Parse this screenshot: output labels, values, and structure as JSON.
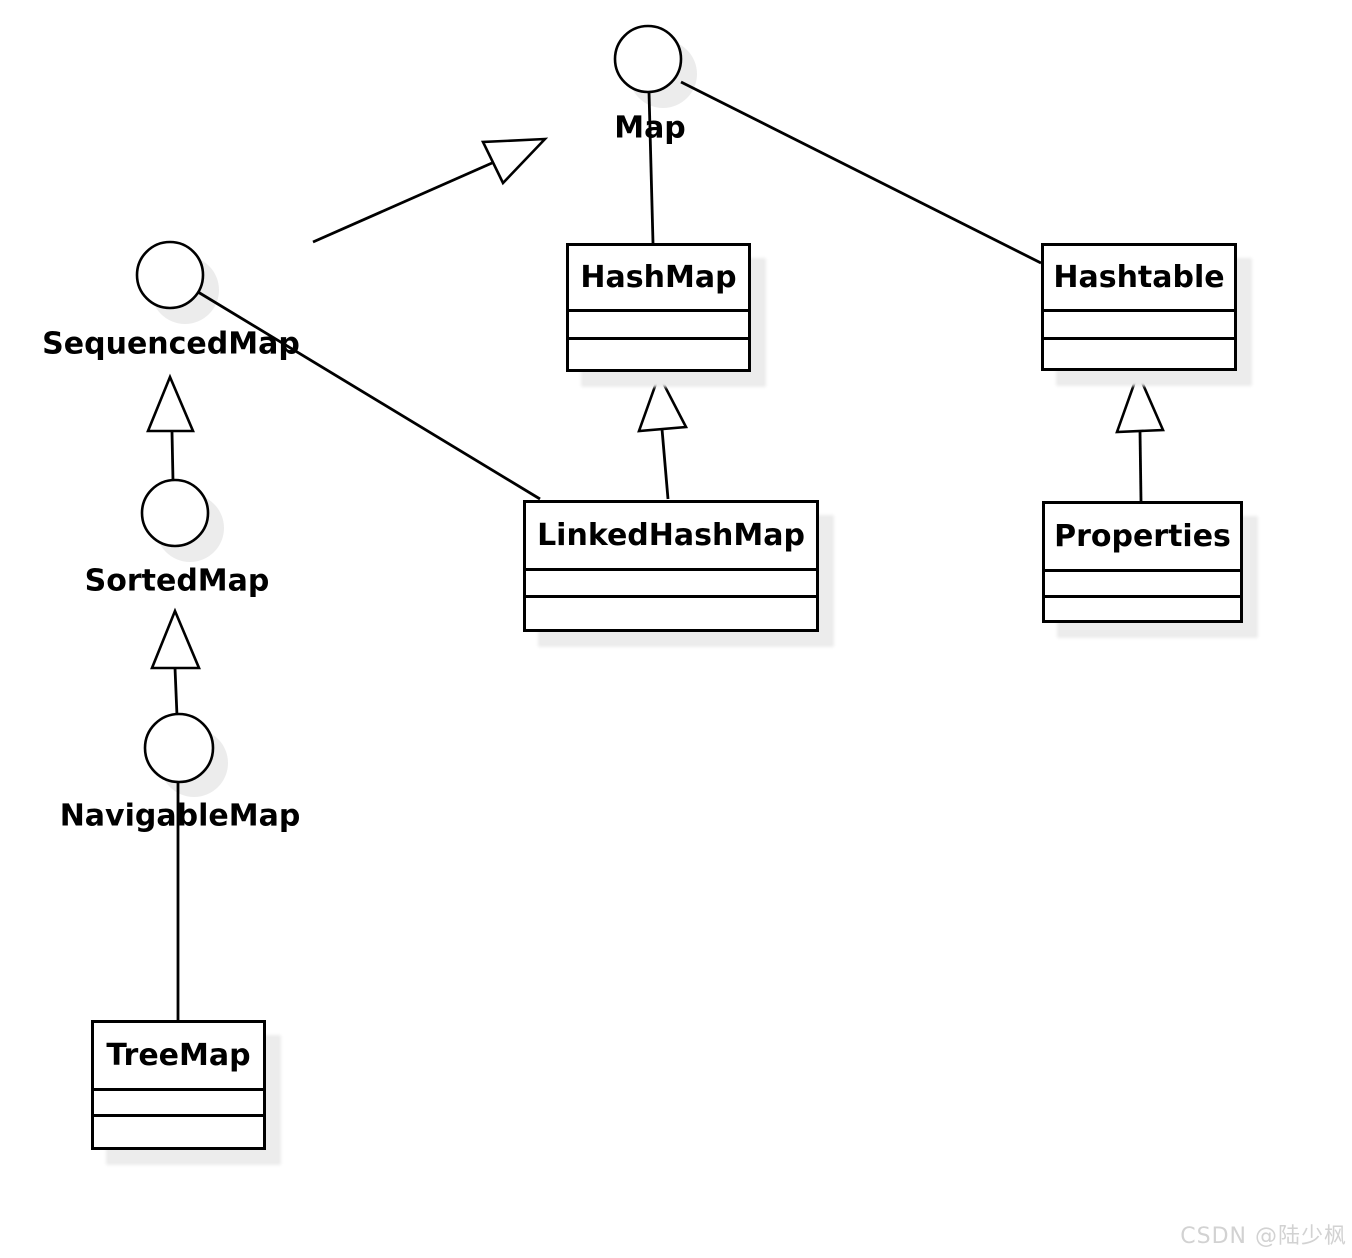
{
  "watermark": "CSDN @陆少枫",
  "colors": {
    "stroke": "#000000",
    "node_fill": "#ffffff",
    "shadow": "#ececec",
    "watermark_text": "#d2d2d2"
  },
  "nodes": {
    "interfaces": [
      {
        "id": "map",
        "label": "Map"
      },
      {
        "id": "sequencedmap",
        "label": "SequencedMap"
      },
      {
        "id": "sortedmap",
        "label": "SortedMap"
      },
      {
        "id": "navigablemap",
        "label": "NavigableMap"
      }
    ],
    "classes": [
      {
        "id": "hashmap",
        "label": "HashMap"
      },
      {
        "id": "hashtable",
        "label": "Hashtable"
      },
      {
        "id": "linkedhashmap",
        "label": "LinkedHashMap"
      },
      {
        "id": "properties",
        "label": "Properties"
      },
      {
        "id": "treemap",
        "label": "TreeMap"
      }
    ]
  },
  "relations": [
    {
      "from": "HashMap",
      "to": "Map",
      "type": "association-to-interface"
    },
    {
      "from": "Hashtable",
      "to": "Map",
      "type": "association-to-interface"
    },
    {
      "from": "SequencedMap",
      "to": "Map",
      "type": "generalization"
    },
    {
      "from": "LinkedHashMap",
      "to": "HashMap",
      "type": "generalization"
    },
    {
      "from": "LinkedHashMap",
      "to": "SequencedMap",
      "type": "association-to-interface"
    },
    {
      "from": "Properties",
      "to": "Hashtable",
      "type": "generalization"
    },
    {
      "from": "SortedMap",
      "to": "SequencedMap",
      "type": "generalization"
    },
    {
      "from": "NavigableMap",
      "to": "SortedMap",
      "type": "generalization"
    },
    {
      "from": "TreeMap",
      "to": "NavigableMap",
      "type": "association-to-interface"
    }
  ]
}
